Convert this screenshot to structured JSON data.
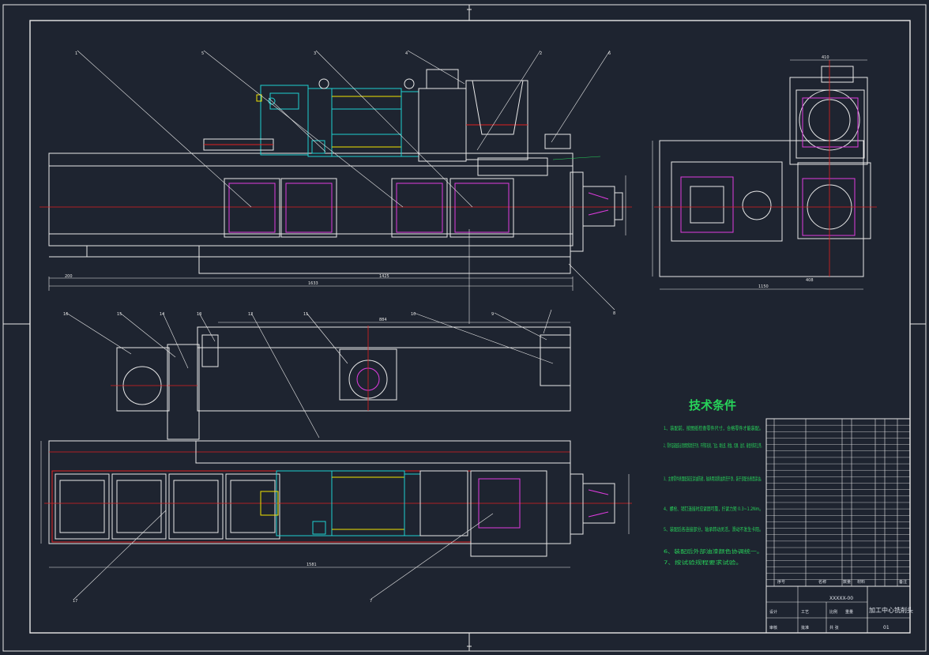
{
  "sheet": {
    "background": "#1e2430",
    "line_color": "#e8e8e8",
    "accent_cyan": "#1fd1d1",
    "accent_magenta": "#e03ce0",
    "accent_red": "#e02020",
    "accent_green": "#27d35a",
    "accent_yellow": "#f2e300"
  },
  "callouts_top": [
    "1",
    "5",
    "3",
    "4",
    "2",
    "6",
    "8"
  ],
  "callouts_bottom": [
    "16",
    "15",
    "14",
    "13",
    "12",
    "11",
    "10",
    "9",
    "17",
    "7"
  ],
  "dimensions": {
    "top_overall": "1633",
    "top_left": "200",
    "top_mid": "1425",
    "bottom_overall": "1581",
    "bottom_top": "884",
    "side_width": "1150",
    "side_top": "410",
    "side_bottom": "408"
  },
  "technical_requirements": {
    "title": "技术条件",
    "items": [
      "1、装配前，按图纸检查零件尺寸，合格零件才能装配。",
      "2、零件在装配前必须清理和清洗干净，不得有毛刺、飞边、氧化皮、锈蚀、切屑、油污、着色剂和灰尘等。",
      "3、主要零件表面配前应涂油防锈，轴承用润滑油清洗干净，装于部配合表面涂油。",
      "4、螺栓、销钉连接时应紧固可靠，拧紧力矩 0.3~1.2Nm。",
      "5、装配后各连接部分，轴承转动灵活，滑动不发生卡阻。",
      "6、装配后外部油漆颜色协调统一。",
      "7、按试验规程要求试验。"
    ]
  },
  "title_block": {
    "drawing_title": "加工中心铣削头",
    "drawing_number": "XXXXX-00",
    "sheet_index": "01",
    "label_scale": "比例",
    "label_weight": "重量",
    "label_sheets": "共 张",
    "label_qty": "数量",
    "label_material": "材料",
    "label_remark": "备注",
    "label_seq": "序号",
    "label_name": "名称",
    "label_design": "设计",
    "label_check": "审核",
    "label_process": "工艺",
    "label_approve": "批准"
  }
}
